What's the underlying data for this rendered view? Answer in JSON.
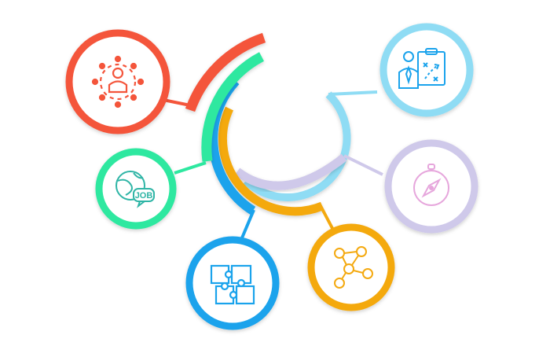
{
  "colors": {
    "red": "#f4553b",
    "green": "#2ee8a0",
    "blue": "#1aa3ec",
    "orange": "#f4a90f",
    "lavender": "#cfc9ea",
    "sky": "#8fdcf4"
  },
  "nodes": [
    {
      "id": "network",
      "icon": "network-person-icon",
      "color": "red"
    },
    {
      "id": "job",
      "icon": "globe-job-icon",
      "color": "green",
      "label": "JOB"
    },
    {
      "id": "puzzle",
      "icon": "puzzle-icon",
      "color": "blue"
    },
    {
      "id": "team",
      "icon": "connected-people-icon",
      "color": "orange"
    },
    {
      "id": "compass",
      "icon": "compass-icon",
      "color": "lavender"
    },
    {
      "id": "strategy",
      "icon": "strategy-board-icon",
      "color": "sky"
    }
  ]
}
